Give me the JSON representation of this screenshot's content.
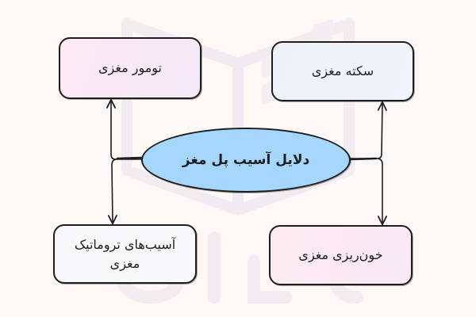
{
  "diagram": {
    "type": "mind-map",
    "direction": "rtl",
    "center": {
      "label": "دلایل آسیب پل مغز",
      "fill": "#a5d6fb"
    },
    "nodes": [
      {
        "id": "tumor",
        "label": "تومور مغزی",
        "position": "top-left",
        "fill": "#f8e9f4"
      },
      {
        "id": "stroke",
        "label": "سکته مغزی",
        "position": "top-right",
        "fill": "#f0f3f9"
      },
      {
        "id": "trauma",
        "label": "آسیب‌های تروماتیک مغزی",
        "position": "bottom-left",
        "fill": "#f8f8fa"
      },
      {
        "id": "bleed",
        "label": "خون‌ریزی مغزی",
        "position": "bottom-right",
        "fill": "#fceaf2"
      }
    ],
    "edges": [
      {
        "from": "center",
        "to": "tumor"
      },
      {
        "from": "center",
        "to": "trauma"
      },
      {
        "from": "center",
        "to": "stroke"
      },
      {
        "from": "center",
        "to": "bleed"
      }
    ]
  },
  "colors": {
    "background": "#fdf8f5",
    "stroke": "#1e1e1e",
    "watermark": "#f1ecf0"
  }
}
